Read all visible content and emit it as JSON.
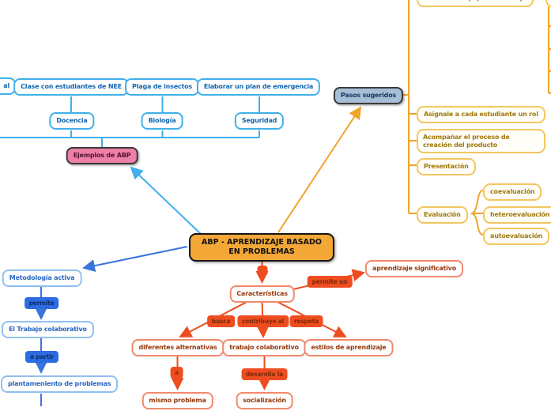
{
  "colors": {
    "cyan_branch": "#3FB0EA",
    "royal_blue_branch": "#3A74DC",
    "coral_branch": "#EE4D1F",
    "gold_branch": "#F0A429",
    "center_node_fill": "#F2A737",
    "pink_node_fill": "#EE7FA9",
    "steel_node_fill": "#A6BED6"
  },
  "nodes": {
    "left_fragment": "al",
    "clase_nee": "Clase con estudiantes de NEE",
    "plaga_insectos": "Plaga de insectos",
    "plan_emergencia": "Elaborar un plan de emergencia",
    "docencia": "Docencia",
    "biologia": "Biología",
    "seguridad": "Seguridad",
    "ejemplos_abp": "Ejemplos de ABP",
    "pasos_sugeridos": "Pasos sugeridos",
    "conformar_equipos": "Conformar equipos de trabajo",
    "asignale_rol": "Asígnale a cada estudiante un rol",
    "acompanar_proceso": "Acompañar el proceso de creación del producto",
    "presentacion": "Presentación",
    "evaluacion": "Evaluación",
    "coevaluacion": "coevaluación",
    "heteroevaluacion": "heteroevaluación",
    "autoevaluacion": "autoevaluación",
    "abp_central": "ABP - APRENDIZAJE BASADO EN PROBLEMAS",
    "caracteristicas": "Características",
    "aprendizaje_significativo": "aprendizaje significativo",
    "diferentes_alternativas": "diferentes alternativas",
    "trabajo_colaborativo": "trabajo colaborativo",
    "estilos_aprendizaje": "estilos de aprendizaje",
    "mismo_problema": "mismo problema",
    "socializacion": "socialización",
    "metodologia_activa": "Metodología activa",
    "el_trabajo_colaborativo": "El Trabajo colaborativo",
    "plantameniento": "plantameniento de problemas"
  },
  "edge_labels": {
    "permite": "permite",
    "a_partir": "a partir",
    "permite_un": "permite un",
    "busca": "busca",
    "contribuye_al": "contribuye al",
    "respeta": "respeta",
    "a": "a",
    "desarolla_la": "desarolla la"
  },
  "edges": [
    {
      "from": "abp_central",
      "to": "ejemplos_abp"
    },
    {
      "from": "abp_central",
      "to": "pasos_sugeridos"
    },
    {
      "from": "abp_central",
      "to": "metodologia_activa"
    },
    {
      "from": "abp_central",
      "to": "caracteristicas"
    },
    {
      "from": "caracteristicas",
      "to": "aprendizaje_significativo",
      "label": "permite un"
    },
    {
      "from": "caracteristicas",
      "to": "diferentes_alternativas",
      "label": "busca"
    },
    {
      "from": "caracteristicas",
      "to": "trabajo_colaborativo",
      "label": "contribuye al"
    },
    {
      "from": "caracteristicas",
      "to": "estilos_aprendizaje",
      "label": "respeta"
    },
    {
      "from": "diferentes_alternativas",
      "to": "mismo_problema",
      "label": "a"
    },
    {
      "from": "trabajo_colaborativo",
      "to": "socializacion",
      "label": "desarolla la"
    },
    {
      "from": "metodologia_activa",
      "to": "el_trabajo_colaborativo",
      "label": "permite"
    },
    {
      "from": "el_trabajo_colaborativo",
      "to": "plantameniento",
      "label": "a partir"
    },
    {
      "from": "ejemplos_abp",
      "to": "docencia"
    },
    {
      "from": "docencia",
      "to": "clase_nee"
    },
    {
      "from": "ejemplos_abp",
      "to": "biologia"
    },
    {
      "from": "biologia",
      "to": "plaga_insectos"
    },
    {
      "from": "ejemplos_abp",
      "to": "seguridad"
    },
    {
      "from": "seguridad",
      "to": "plan_emergencia"
    },
    {
      "from": "pasos_sugeridos",
      "to": "conformar_equipos"
    },
    {
      "from": "pasos_sugeridos",
      "to": "asignale_rol"
    },
    {
      "from": "pasos_sugeridos",
      "to": "acompanar_proceso"
    },
    {
      "from": "pasos_sugeridos",
      "to": "presentacion"
    },
    {
      "from": "pasos_sugeridos",
      "to": "evaluacion"
    },
    {
      "from": "evaluacion",
      "to": "coevaluacion"
    },
    {
      "from": "evaluacion",
      "to": "heteroevaluacion"
    },
    {
      "from": "evaluacion",
      "to": "autoevaluacion"
    }
  ]
}
